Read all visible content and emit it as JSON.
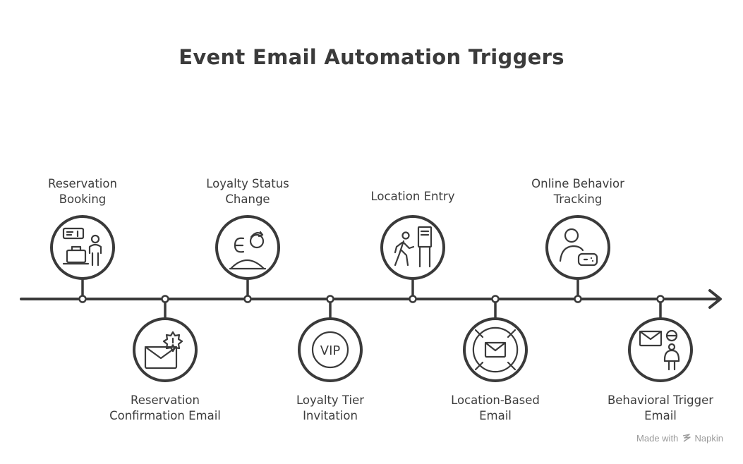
{
  "title": "Event Email Automation Triggers",
  "events": [
    {
      "label": "Reservation\nBooking",
      "position": "top",
      "icon": "booking-icon"
    },
    {
      "label": "Reservation\nConfirmation Email",
      "position": "bottom",
      "icon": "email-alert-icon"
    },
    {
      "label": "Loyalty Status\nChange",
      "position": "top",
      "icon": "loyalty-change-icon"
    },
    {
      "label": "Loyalty Tier\nInvitation",
      "position": "bottom",
      "icon": "vip-icon"
    },
    {
      "label": "Location Entry",
      "position": "top",
      "icon": "location-entry-icon"
    },
    {
      "label": "Location-Based\nEmail",
      "position": "bottom",
      "icon": "location-email-icon"
    },
    {
      "label": "Online Behavior\nTracking",
      "position": "top",
      "icon": "online-behavior-icon"
    },
    {
      "label": "Behavioral Trigger\nEmail",
      "position": "bottom",
      "icon": "behavioral-email-icon"
    }
  ],
  "icons": {
    "vip_text": "VIP"
  },
  "watermark": {
    "prefix": "Made with",
    "brand": "Napkin"
  }
}
